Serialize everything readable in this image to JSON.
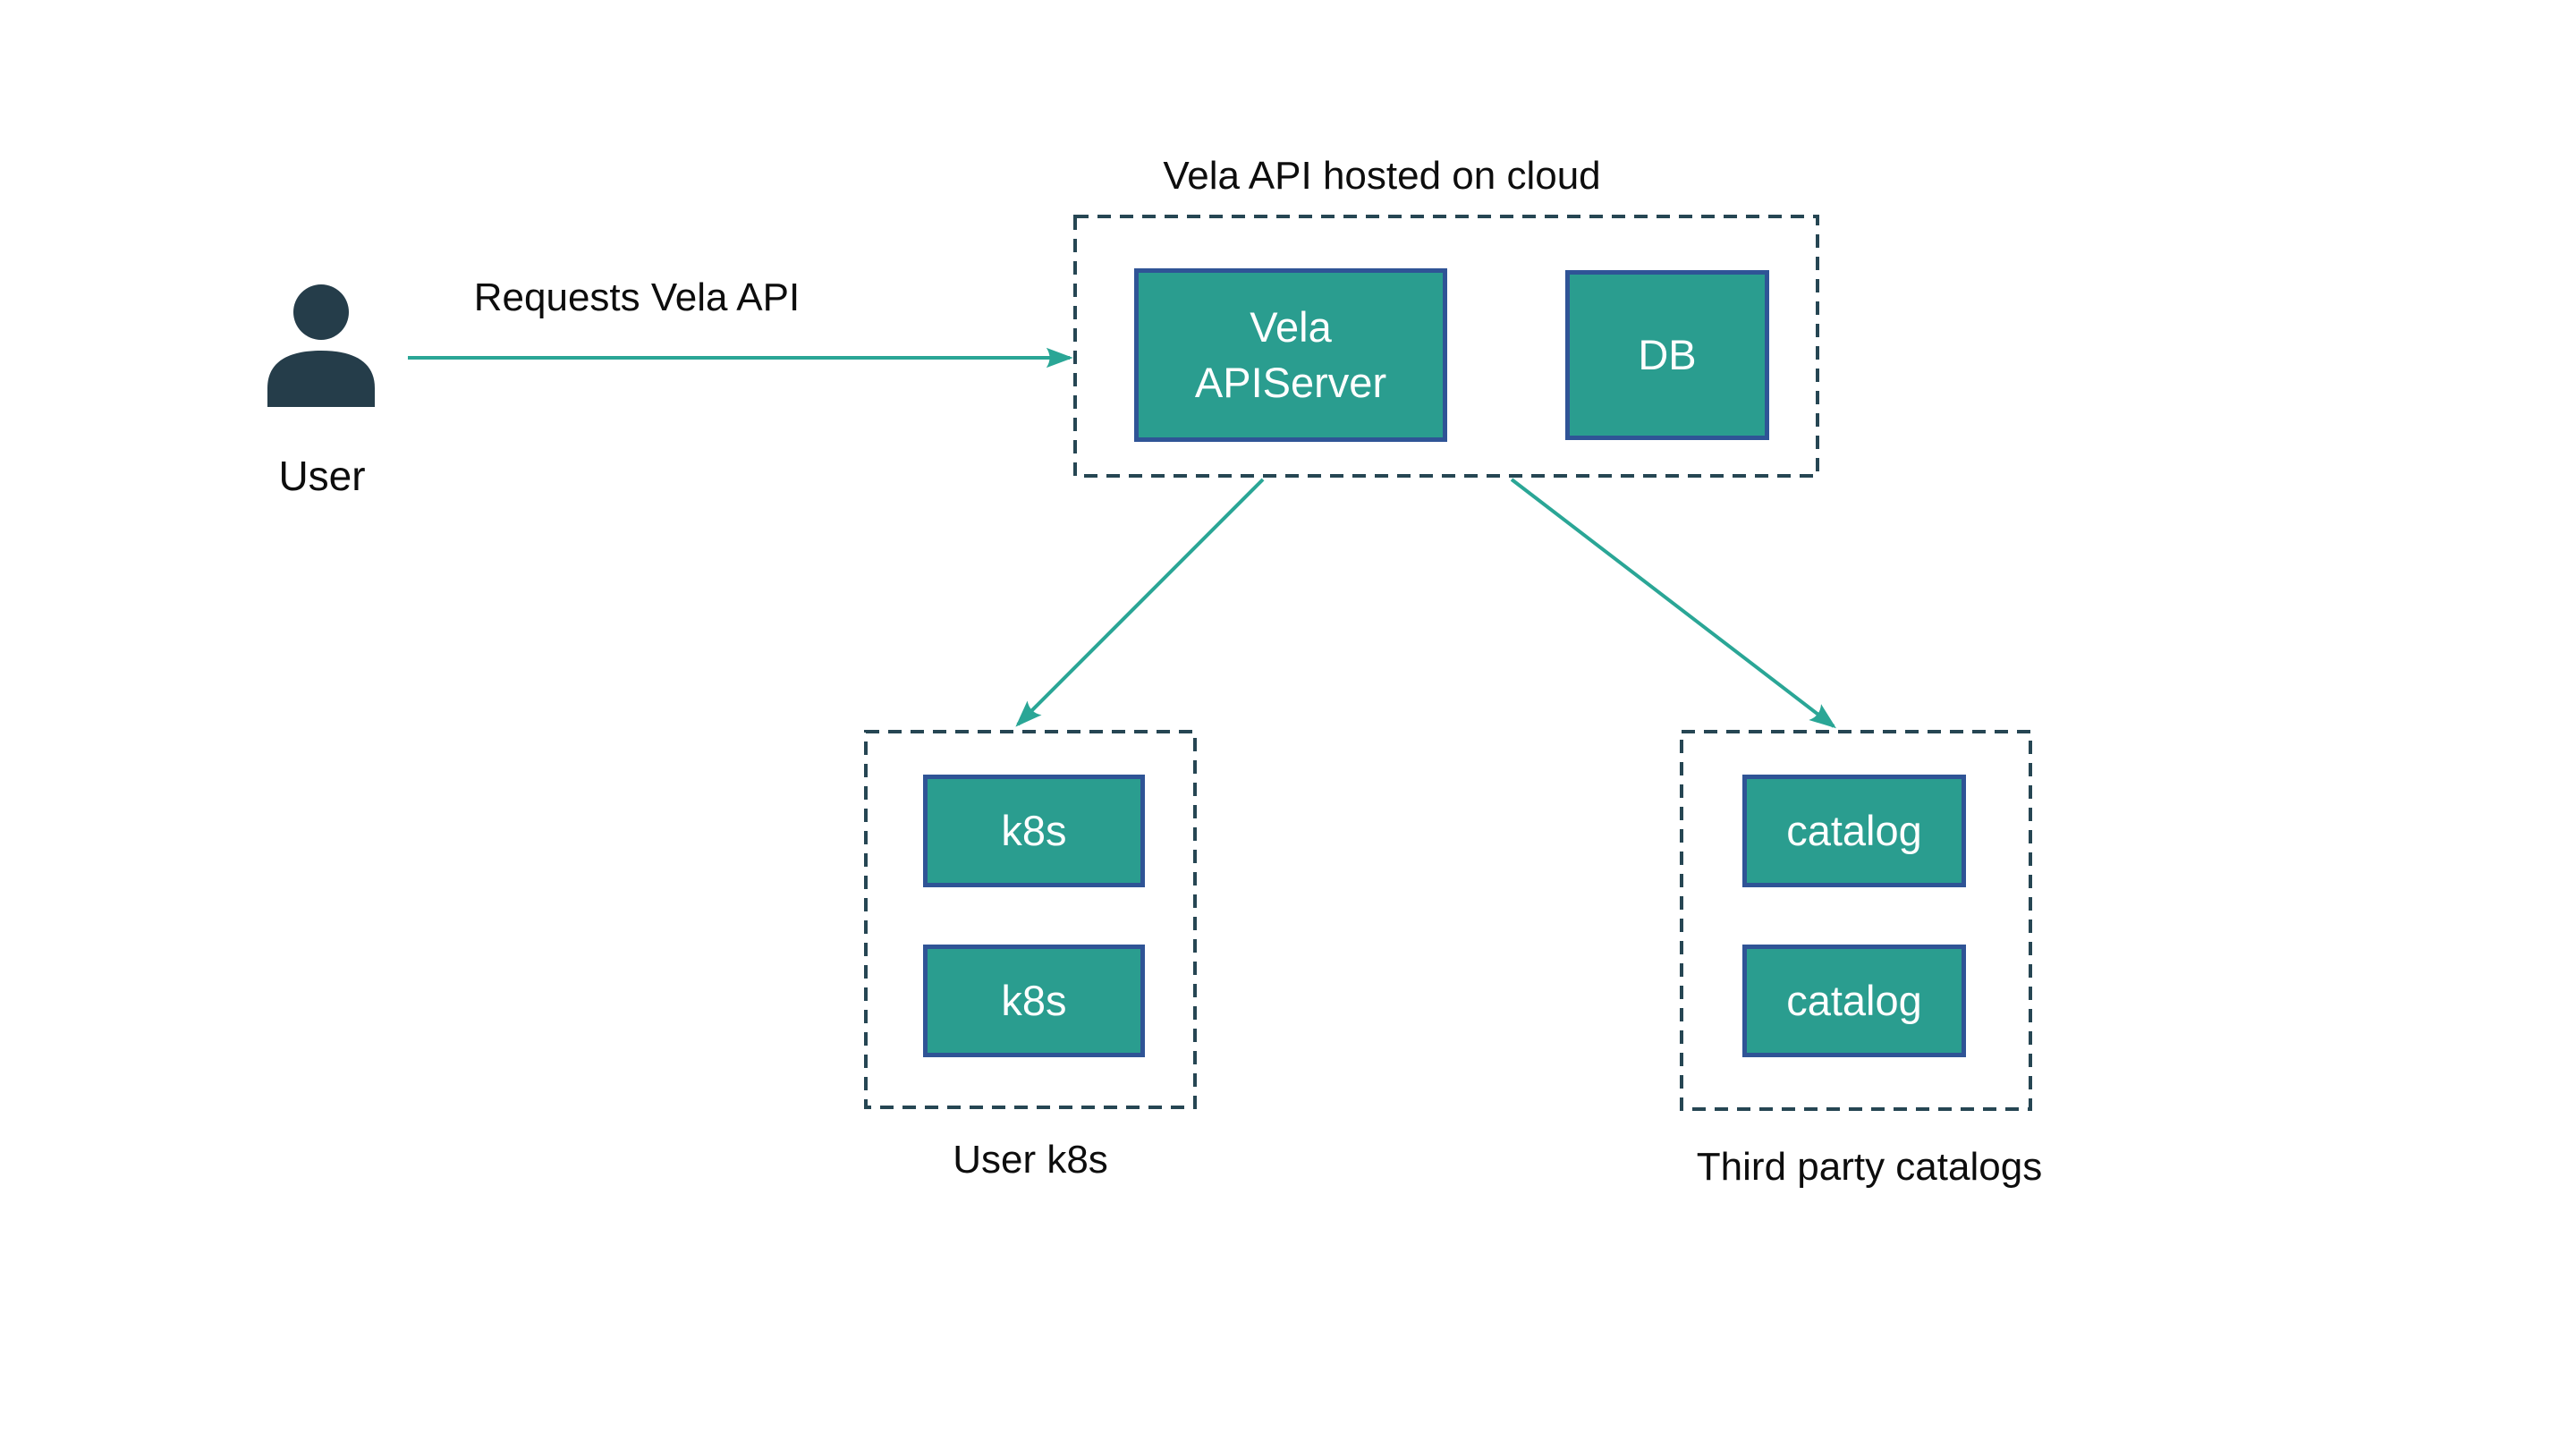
{
  "diagram": {
    "user": {
      "label": "User"
    },
    "request_arrow": {
      "label": "Requests Vela API"
    },
    "cloud_group": {
      "title": "Vela API hosted on cloud",
      "nodes": [
        {
          "label": "Vela APIServer"
        },
        {
          "label": "DB"
        }
      ]
    },
    "k8s_group": {
      "caption": "User k8s",
      "nodes": [
        {
          "label": "k8s"
        },
        {
          "label": "k8s"
        }
      ]
    },
    "catalog_group": {
      "caption": "Third party catalogs",
      "nodes": [
        {
          "label": "catalog"
        },
        {
          "label": "catalog"
        }
      ]
    },
    "colors": {
      "node_fill": "#2a9d8f",
      "node_border": "#2f5496",
      "group_dash_border": "#264653",
      "arrow": "#2aa696",
      "user_icon": "#253d4a",
      "text": "#0d0d0d",
      "node_text": "#ffffff",
      "background": "#ffffff"
    }
  }
}
